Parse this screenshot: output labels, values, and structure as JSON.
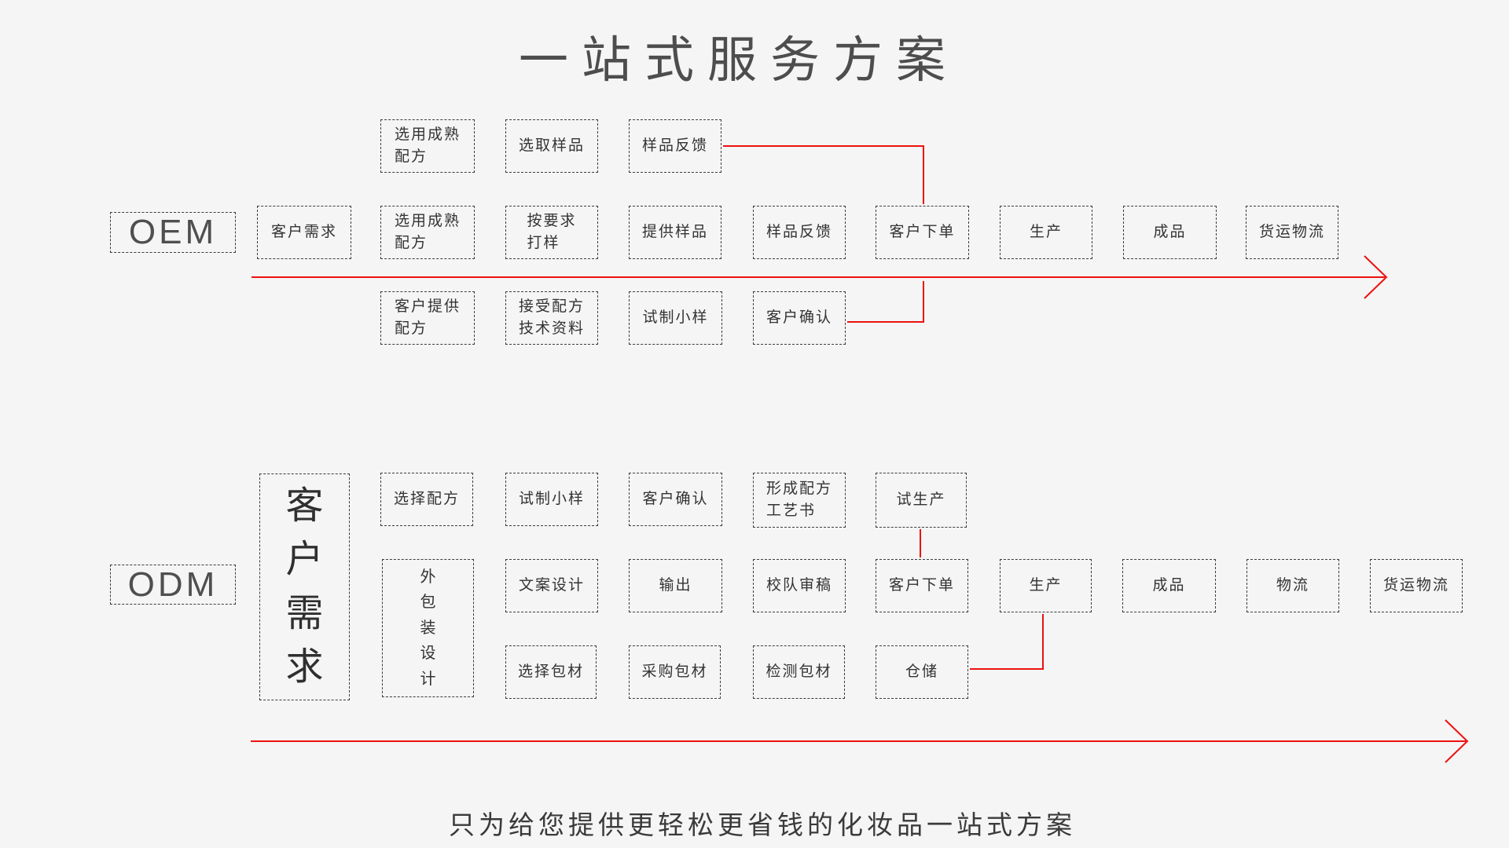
{
  "title": "一站式服务方案",
  "caption": "只为给您提供更轻松更省钱的化妆品一站式方案",
  "colors": {
    "background": "#f4f5f4",
    "box_border": "#3c3c3c",
    "text": "#333333",
    "accent_red": "#ee1010"
  },
  "oem": {
    "label": "OEM",
    "top_row": [
      "选用成熟\n配方",
      "选取样品",
      "样品反馈"
    ],
    "main_row": [
      "客户需求",
      "选用成熟\n配方",
      "按要求\n打样",
      "提供样品",
      "样品反馈",
      "客户下单",
      "生产",
      "成品",
      "货运物流"
    ],
    "bottom_row": [
      "客户提供\n配方",
      "接受配方\n技术资料",
      "试制小样",
      "客户确认"
    ]
  },
  "odm": {
    "label": "ODM",
    "customer_box": "客\n户\n需\n求",
    "top_row": [
      "选择配方",
      "试制小样",
      "客户确认",
      "形成配方\n工艺书",
      "试生产"
    ],
    "main_row": [
      "外\n包\n装\n设\n计",
      "文案设计",
      "输出",
      "校队审稿",
      "客户下单",
      "生产",
      "成品",
      "物流",
      "货运物流"
    ],
    "bottom_row": [
      "选择包材",
      "采购包材",
      "检测包材",
      "仓储"
    ]
  },
  "connectors": [
    "oem-top-sample-feedback-to-customer-order",
    "oem-customer-confirm-to-flow-line",
    "odm-trial-production-to-customer-order",
    "odm-warehouse-to-production"
  ]
}
